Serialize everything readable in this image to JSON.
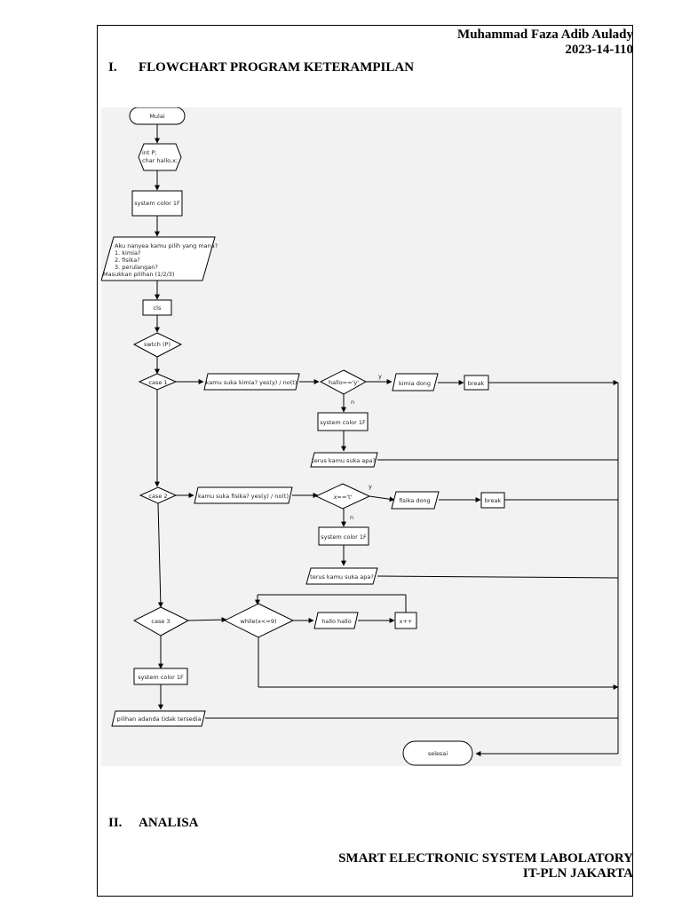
{
  "header": {
    "author": "Muhammad Faza Adib Aulady",
    "student_id": "2023-14-110"
  },
  "sections": [
    {
      "number": "I.",
      "title": "FLOWCHART PROGRAM KETERAMPILAN"
    },
    {
      "number": "II.",
      "title": "ANALISA"
    }
  ],
  "flowchart": {
    "start": "Mulai",
    "declare": [
      "int P;",
      "char hallo,x;"
    ],
    "system_color": "system color 1F",
    "menu": [
      "Aku nanyea kamu pilih yang mana?",
      "1. kimia?",
      "2. fisika?",
      "3. perulangan?",
      "Masukkan pilihan (1/2/3)"
    ],
    "cls": "cls",
    "switch": "swtch (P)",
    "case1": "case 1",
    "case1_question": "kamu suka kimia? yes(y) / no(t)",
    "case1_decision": "hallo=='y'",
    "case1_yes_output": "kimia dong",
    "case1_more": "terus kamu suka apa?",
    "case2": "case 2",
    "case2_question": "kamu suka fisika? yes(y) / no(t)",
    "case2_decision": "x=='t'",
    "case2_yes_output": "fisika dong",
    "case2_more": "terus kamu suka apa?",
    "case3": "case 3",
    "loop_decision": "while(x<=9)",
    "loop_output": "hallo hallo",
    "increment": "x++",
    "default_output": "pilihan adanda tidak tersedia",
    "break": "break",
    "end": "selesai",
    "label_yes": "y",
    "label_no": "n"
  },
  "footer": {
    "line1": "SMART ELECTRONIC SYSTEM LABOLATORY",
    "line2": "IT-PLN JAKARTA"
  }
}
